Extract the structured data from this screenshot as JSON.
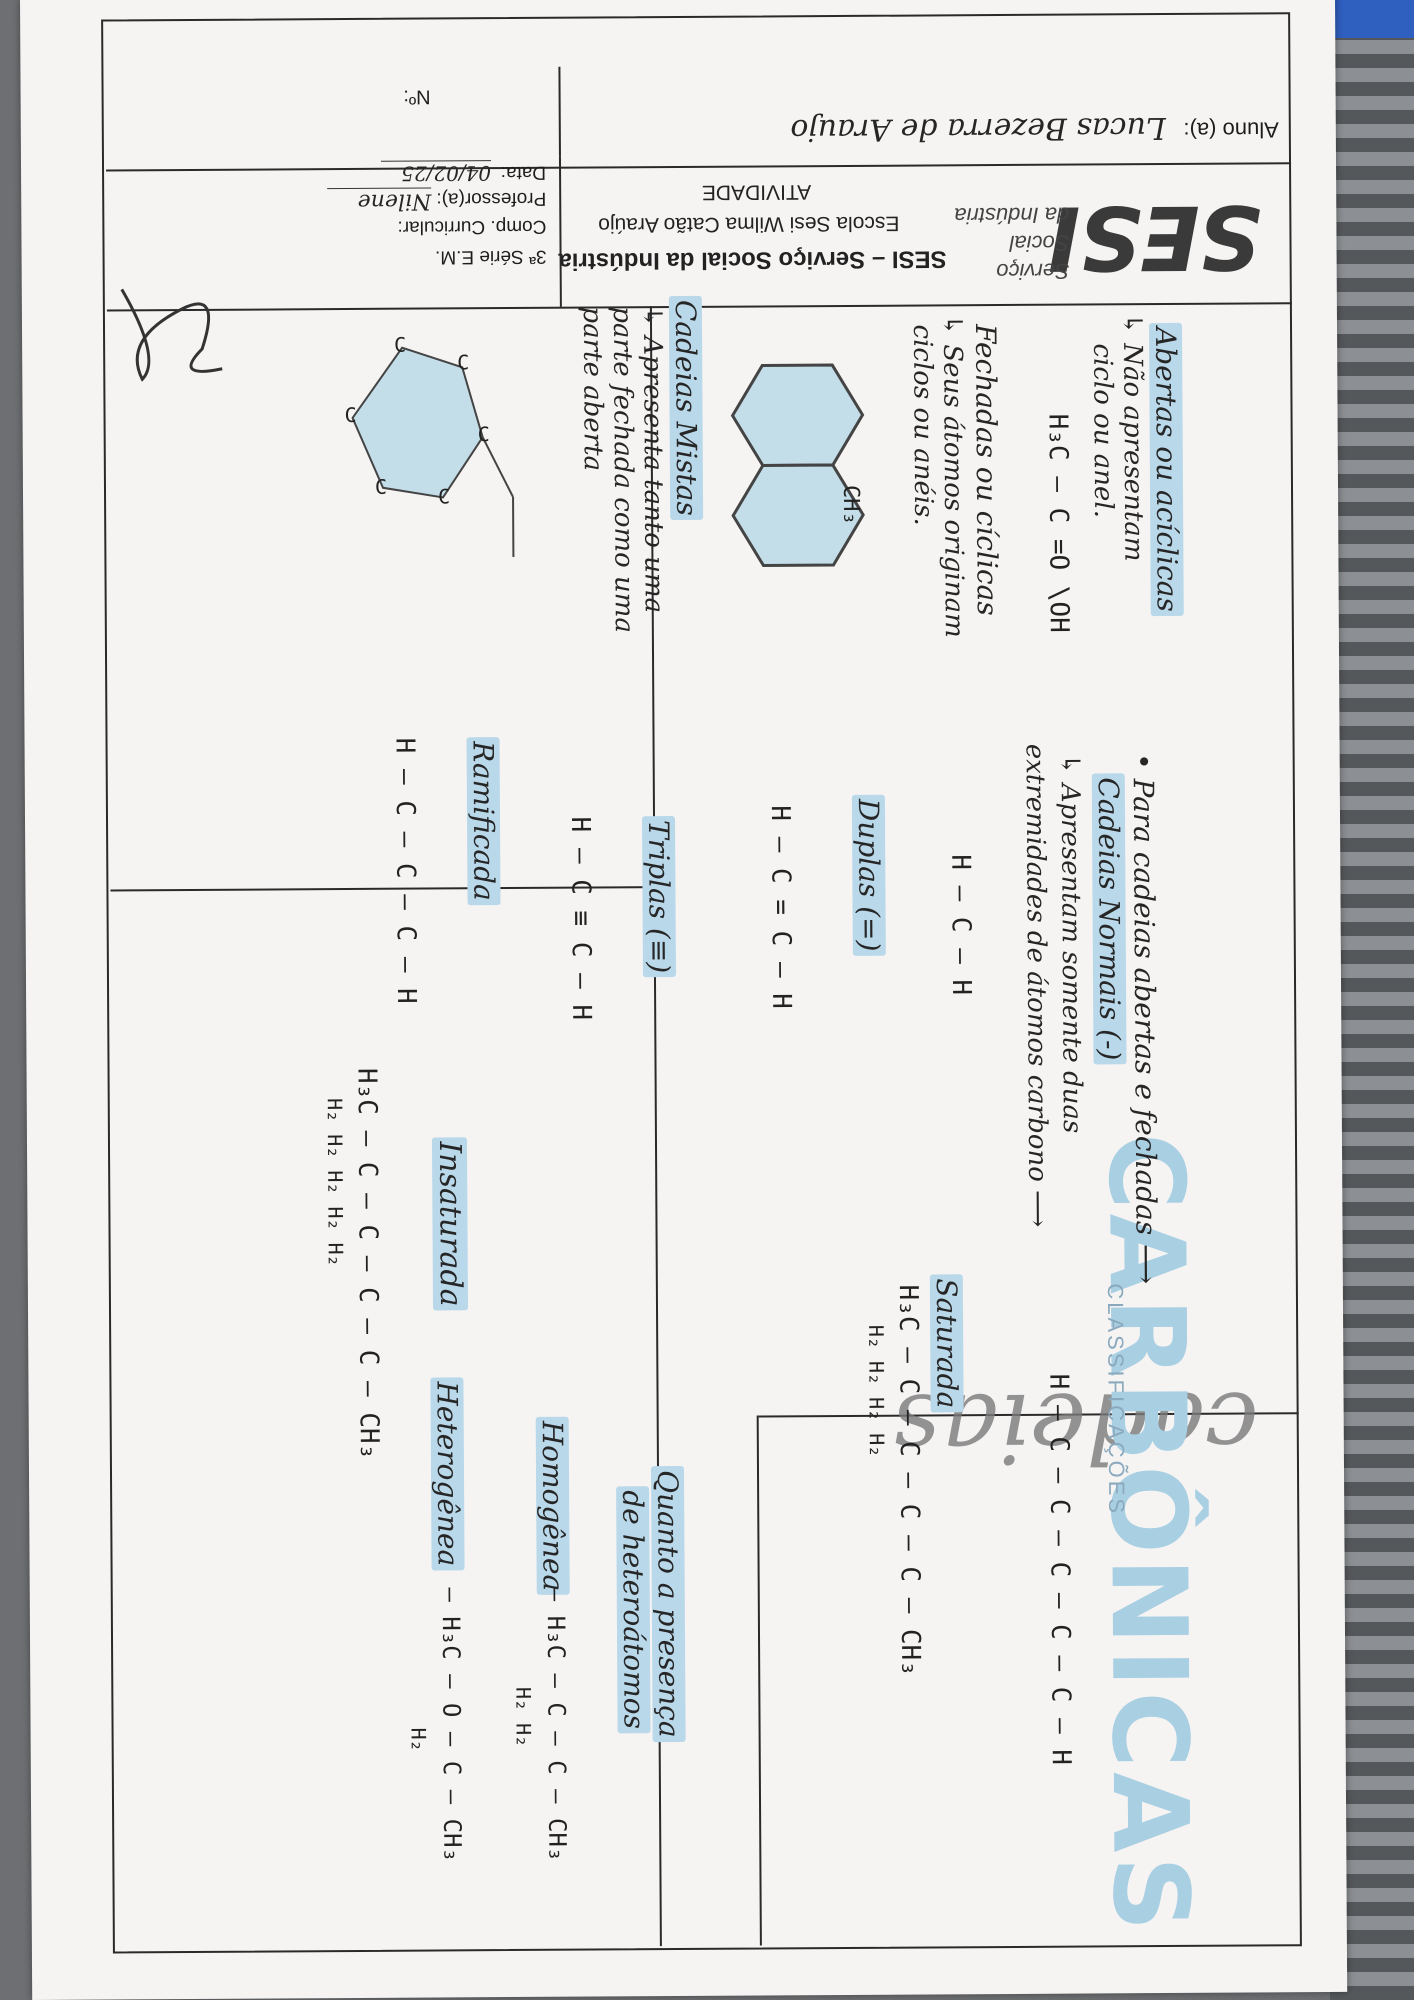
{
  "header": {
    "logo_text": "SESI",
    "logo_sub": [
      "Serviço",
      "Social",
      "da Indústria"
    ],
    "org_title": "SESI – Serviço Social da Indústria",
    "school": "Escola Sesi Wilma Catão Araújo",
    "doc_type": "ATIVIDADE",
    "serie": "3ª Série E.M.",
    "comp": "Comp. Curricular:",
    "prof_label": "Professor(a):",
    "prof_value": "Nilene",
    "date_label": "Data:",
    "date_value": "04/02/25",
    "aluno_label": "Aluno (a):",
    "aluno_value": "Lucas Bezerra de Araujo",
    "num_label": "Nº:"
  },
  "title": {
    "cadeias": "cadeias",
    "main": "CARBÔNICAS",
    "sub": "CLASSIFICAÇÕES"
  },
  "col1": {
    "abertas_title": "Abertas ou acíclicas",
    "abertas_desc_1": "↳ Não apresentam",
    "abertas_desc_2": "ciclo ou anel.",
    "formula_acid": "H₃C – C =O  \\OH",
    "fechadas_title": "Fechadas ou cíclicas",
    "fechadas_desc_1": "↳ Seus átomos originam",
    "fechadas_desc_2": "ciclos ou anéis.",
    "ch3": "CH₃",
    "mistas_title": "Cadeias Mistas",
    "mistas_desc_1": "↳ Apresenta tanto uma",
    "mistas_desc_2": "parte fechada como uma",
    "mistas_desc_3": "parte aberta"
  },
  "col2": {
    "intro": "• Para cadeias abertas e fechadas ⟶",
    "normais_title": "Cadeias Normais (-)",
    "normais_desc_1": "↳ Apresentam somente duas",
    "normais_desc_2": "extremidades de átomos carbono ⟶",
    "methane": "H – C – H",
    "duplas_title": "Duplas (=)",
    "duplas_formula": "H – C = C – H",
    "triplas_title": "Triplas (≡)",
    "triplas_formula": "H – C ≡ C – H",
    "ramificada_title": "Ramificada",
    "ramificada_formula": "H – C – C – C – H",
    "saturada_title": "Saturada",
    "saturada_formula": "H₃C – C – C – C – C – CH₃",
    "saturada_sub": "H₂  H₂  H₂  H₂",
    "normal_chain": "H – C – C – C – C – C – H",
    "insaturada_title": "Insaturada",
    "insaturada_formula": "H₃C – C – C – C – C – CH₃",
    "insaturada_sub": "H₂  H₂  H₂  H₂  H₂"
  },
  "col3": {
    "hetero_q_1": "Quanto a presença",
    "hetero_q_2": "de heteroátomos",
    "homogenea_title": "Homogênea",
    "homogenea_formula": "– H₃C – C – C – CH₃",
    "homogenea_sub": "H₂  H₂",
    "heterogenea_title": "Heterogênea",
    "heterogenea_formula": "– H₃C – O – C – CH₃",
    "heterogenea_sub": "H₂"
  },
  "colors": {
    "highlight": "#b9d8ea",
    "title_blue": "#a9cfe3",
    "ink": "#262626",
    "paper": "#f6f4f3"
  }
}
